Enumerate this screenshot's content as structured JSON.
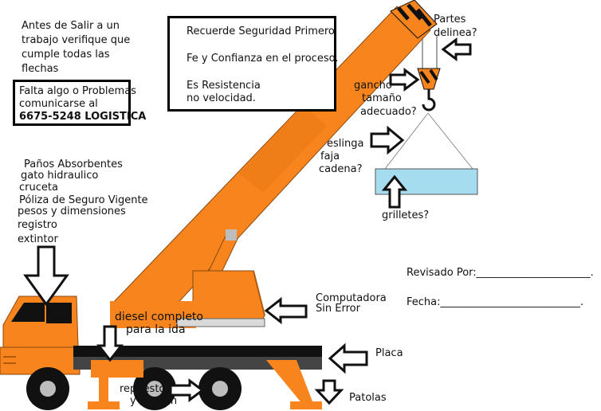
{
  "intro_note": [
    "Antes de Salir a un",
    "trabajo verifique que",
    "cumple todas las",
    "flechas"
  ],
  "safety_box": [
    "Recuerde Seguridad Primero",
    "Fe y Confianza en el proceso.",
    "Es Resistencia",
    "no velocidad."
  ],
  "problems_box": [
    "Falta algo o Problemas",
    "comunicarse al",
    "6675-5248 LOGISTICA"
  ],
  "checklist": [
    "Paños Absorbentes",
    "gato hidraulico",
    "cruceta",
    "Póliza de Seguro Vigente",
    "pesos y dimensiones",
    "registro",
    "extintor"
  ],
  "labels": {
    "partes": [
      "Partes",
      "delinea?"
    ],
    "gancho": [
      "gancho",
      "tamaño",
      "adecuado?"
    ],
    "eslinga": [
      "eslinga",
      "faja",
      "cadena?"
    ],
    "grilletes": "grilletes?",
    "computadora": [
      "Computadora",
      "Sin Error"
    ],
    "diesel": "diesel  completo",
    "para_ida": "para la ida",
    "placa": "Placa",
    "patolas": "Patolas",
    "repuesto": [
      "repuesto",
      "y   Presion"
    ]
  },
  "form": {
    "revisado": "Revisado Por:______________________.",
    "fecha": "Fecha:___________________________."
  },
  "colors": {
    "crane": "#f7841c",
    "black": "#111111",
    "load": "#a6dcef",
    "gray": "#bdbdbd"
  }
}
